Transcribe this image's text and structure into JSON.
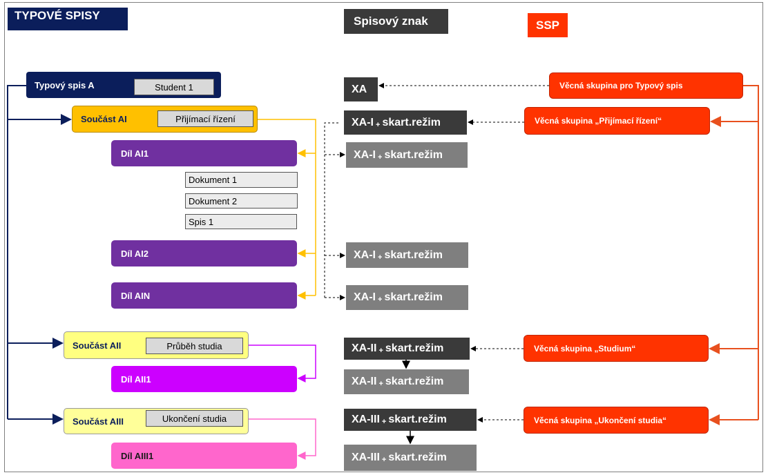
{
  "header": {
    "title": "TYPOVÉ SPISY",
    "legend_spisovy_znak": "Spisový znak",
    "legend_ssp": "SSP"
  },
  "hierarchy": {
    "typovy_spis": {
      "label": "Typový spis A",
      "tag": "Student 1"
    },
    "soucast_ai": {
      "label": "Součást AI",
      "tag": "Přijímací řízení"
    },
    "dil_ai1": {
      "label": "Díl AI1"
    },
    "documents": [
      "Dokument 1",
      "Dokument 2",
      "Spis 1"
    ],
    "dil_ai2": {
      "label": "Díl AI2"
    },
    "dil_ain": {
      "label": "Díl AIN"
    },
    "soucast_aii": {
      "label": "Součást AII",
      "tag": "Průběh studia"
    },
    "dil_aii1": {
      "label": "Díl AII1"
    },
    "soucast_aiii": {
      "label": "Součást AIII",
      "tag": "Ukončení studia"
    },
    "dil_aiii1": {
      "label": "Díl AIII1"
    }
  },
  "znaky": {
    "xa": "XA",
    "xa_i": "XA-I",
    "xa_ii": "XA-II",
    "xa_iii": "XA-III",
    "plus": "+",
    "rezim": "skart.režim"
  },
  "vecne_skupiny": {
    "typovy_spis": "Věcná skupina pro Typový spis",
    "prijimaci_rizeni": "Věcná skupina „Přijímací řízení“",
    "studium": "Věcná skupina „Studium“",
    "ukonceni_studia": "Věcná skupina „Ukončení studia“"
  },
  "colors": {
    "navy": "#0b1e5b",
    "ssp_orange": "#ff3300",
    "znak_dark": "#3a3a3a",
    "znak_grey": "#7f7f7f",
    "soucast_ai": "#ffc000",
    "dil_purple": "#7030a0",
    "dil_aii": "#cc00ff",
    "dil_aiii": "#ff66cc"
  }
}
